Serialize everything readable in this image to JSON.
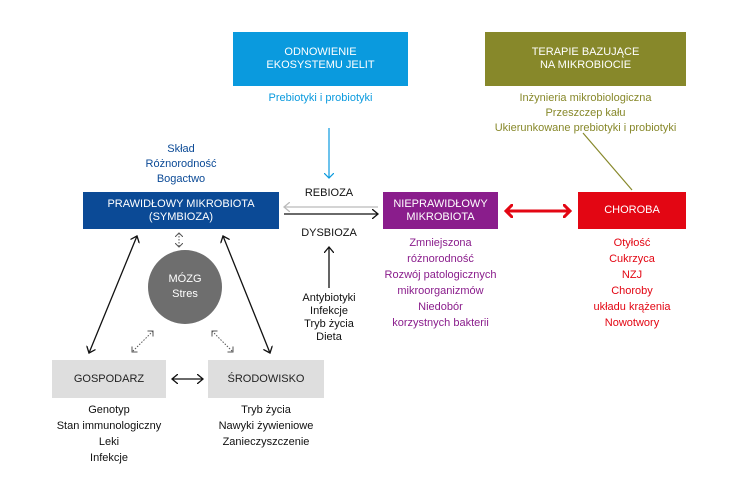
{
  "top_boxes": {
    "restore": {
      "title_line1": "ODNOWIENIE",
      "title_line2": "EKOSYSTEMU JELIT",
      "items": [
        "Prebiotyki i probiotyki"
      ],
      "color": "#0a9ade"
    },
    "therapies": {
      "title_line1": "TERAPIE BAZUJĄCE",
      "title_line2": "NA MIKROBIOCIE",
      "items": [
        "Inżynieria mikrobiologiczna",
        "Przeszczep kału",
        "Ukierunkowane prebiotyki i probiotyki"
      ],
      "color": "#87882a"
    }
  },
  "normal_microbiota": {
    "title_line1": "PRAWIDŁOWY MIKROBIOTA",
    "title_line2": "(SYMBIOZA)",
    "attributes": [
      "Skład",
      "Różnorodność",
      "Bogactwo"
    ],
    "color": "#0b4a96"
  },
  "transition": {
    "rebiosis_label": "REBIOZA",
    "dysbiosis_label": "DYSBIOZA",
    "causes": [
      "Antybiotyki",
      "Infekcje",
      "Tryb życia",
      "Dieta"
    ]
  },
  "abnormal_microbiota": {
    "title_line1": "NIEPRAWIDŁOWY",
    "title_line2": "MIKROBIOTA",
    "features": [
      "Zmniejszona",
      "różnorodność",
      "Rozwój patologicznych",
      "mikroorganizmów",
      "Niedobór",
      "korzystnych bakterii"
    ],
    "color": "#8a1d8c"
  },
  "disease": {
    "title": "CHOROBA",
    "items": [
      "Otyłość",
      "Cukrzyca",
      "NZJ",
      "Choroby",
      "układu krążenia",
      "Nowotwory"
    ],
    "color": "#e30613"
  },
  "brain": {
    "line1": "MÓZG",
    "line2": "Stres"
  },
  "host": {
    "title": "GOSPODARZ",
    "items": [
      "Genotyp",
      "Stan immunologiczny",
      "Leki",
      "Infekcje"
    ]
  },
  "environment": {
    "title": "ŚRODOWISKO",
    "items": [
      "Tryb życia",
      "Nawyki żywieniowe",
      "Zanieczyszczenie"
    ]
  }
}
